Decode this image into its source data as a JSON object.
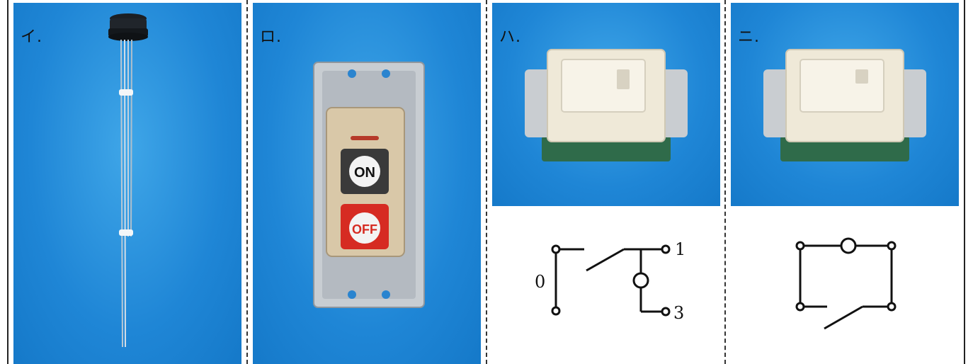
{
  "panels": [
    {
      "label": "イ."
    },
    {
      "label": "ロ."
    },
    {
      "label": "ハ."
    },
    {
      "label": "ニ."
    }
  ],
  "pushbutton": {
    "on_text": "ON",
    "off_text": "OFF"
  },
  "diagram_ha": {
    "terminal_0": "0",
    "terminal_1": "1",
    "terminal_3": "3"
  },
  "colors": {
    "photo_background": "#1f86d6",
    "switch_body": "#efe9d8",
    "switch_base": "#2f6b4a",
    "off_red": "#d62b22"
  }
}
